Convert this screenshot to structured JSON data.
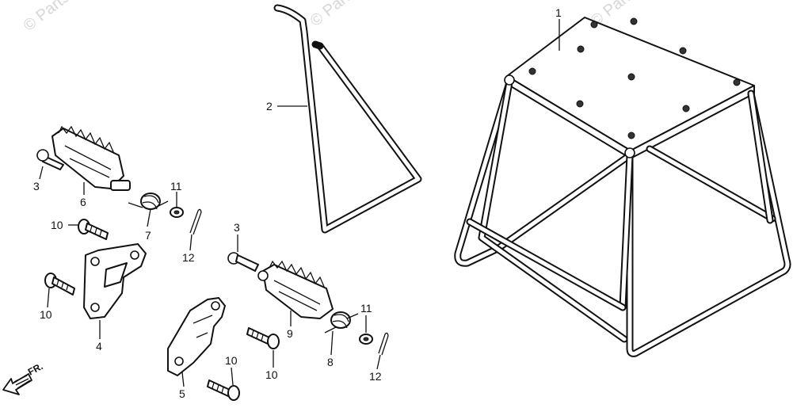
{
  "watermark": {
    "text_left": "© Parts",
    "text_mid": "© Parts",
    "text_right": "© Parts"
  },
  "labels": {
    "p1": "1",
    "p2": "2",
    "p3a": "3",
    "p3b": "3",
    "p4": "4",
    "p5": "5",
    "p6": "6",
    "p7": "7",
    "p8": "8",
    "p9": "9",
    "p10a": "10",
    "p10b": "10",
    "p10c": "10",
    "p10d": "10",
    "p11a": "11",
    "p11b": "11",
    "p12a": "12",
    "p12b": "12"
  },
  "direction_marker": {
    "text": "FR."
  }
}
